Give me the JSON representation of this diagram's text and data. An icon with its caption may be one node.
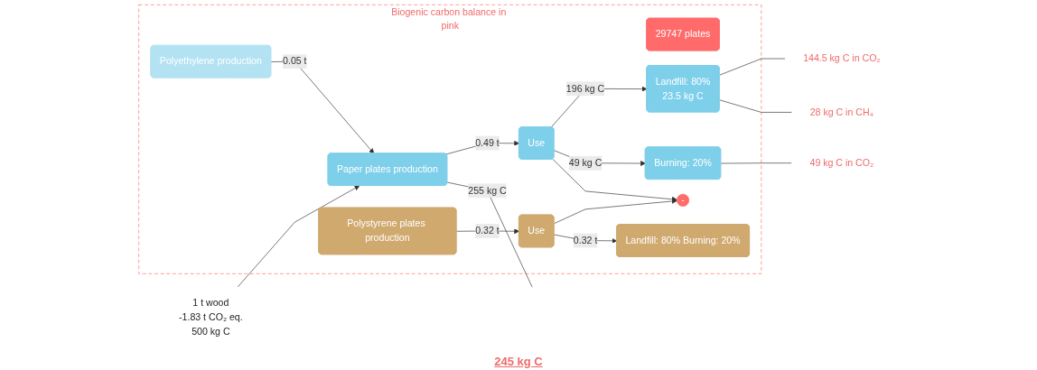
{
  "diagram": {
    "nodes": [
      {
        "text": [
          "Biogenic carbon balance in pink"
        ]
      },
      {
        "text": [
          "Polyethylene production"
        ],
        "in": 0
      },
      {
        "text": [
          "1 t wood",
          "-1.83 t CO₂ eq.",
          "500 kg C"
        ]
      },
      {
        "text": [
          "Paper plates production"
        ],
        "in": 0
      },
      {
        "text": [
          "Use"
        ],
        "in": 0
      },
      {
        "text": [
          "29747 plates"
        ],
        "in": 0
      },
      {
        "text": [
          "-"
        ],
        "in": 0
      },
      {
        "text": [
          "Use"
        ],
        "in": 0
      },
      {
        "text": [
          "Polystyrene plates production"
        ],
        "in": 0
      },
      {
        "text": [
          "Landfill: 80%",
          "23.5 kg C"
        ],
        "in": 0
      },
      {
        "text": [
          "Burning: 20%"
        ],
        "in": 0
      },
      {
        "text": [
          "Landfill: 80% Burning: 20%"
        ],
        "in": 0
      },
      {
        "text": [
          "144.5 kg C in CO₂"
        ]
      },
      {
        "text": [
          "28 kg C in CH₄"
        ]
      },
      {
        "text": [
          "49 kg C in CO₂"
        ]
      }
    ],
    "edges": [
      {
        "from": 2,
        "to": 3,
        "arrow": "to"
      },
      {
        "from": 1,
        "to": 3,
        "label": "0.05 t",
        "arrow": "to"
      },
      {
        "from": 3,
        "to": 4,
        "label": "0.49 t",
        "arrow": "to"
      },
      {
        "from": 3,
        "to": null,
        "label": "255 kg C",
        "arrow": "none"
      },
      {
        "from": 4,
        "to": 9,
        "label": "196 kg C",
        "arrow": "to"
      },
      {
        "from": 4,
        "to": 10,
        "label": "49 kg C",
        "arrow": "to"
      },
      {
        "from": 4,
        "to": 6,
        "arrow": "to"
      },
      {
        "from": 7,
        "to": 6,
        "arrow": "to"
      },
      {
        "from": 8,
        "to": 7,
        "label": "0.32 t",
        "arrow": "to"
      },
      {
        "from": 7,
        "to": 11,
        "label": "0.32 t",
        "arrow": "to"
      },
      {
        "from": 9,
        "to": 12,
        "arrow": "none"
      },
      {
        "from": 9,
        "to": 13,
        "arrow": "none"
      },
      {
        "from": 10,
        "to": 14,
        "arrow": "none"
      }
    ],
    "labels": [
      "245 kg C"
    ]
  }
}
